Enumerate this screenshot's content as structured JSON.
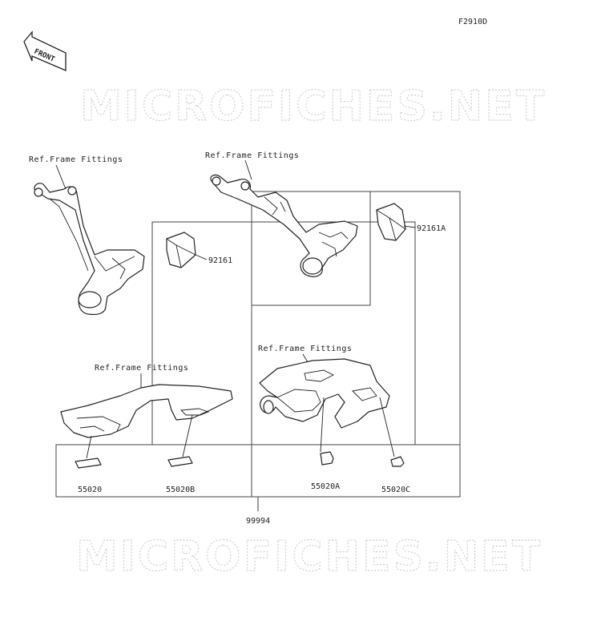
{
  "diagram_code": "F2910D",
  "front_label": "FRONT",
  "watermark": "MICROFICHES.NET",
  "ref_labels": {
    "rear_right": "Ref.Frame Fittings",
    "rear_left": "Ref.Frame Fittings",
    "front_left": "Ref.Frame Fittings",
    "front_right": "Ref.Frame Fittings"
  },
  "parts": {
    "p92161": "92161",
    "p92161A": "92161A",
    "p55020": "55020",
    "p55020B": "55020B",
    "p55020A": "55020A",
    "p55020C": "55020C",
    "p99994": "99994"
  }
}
